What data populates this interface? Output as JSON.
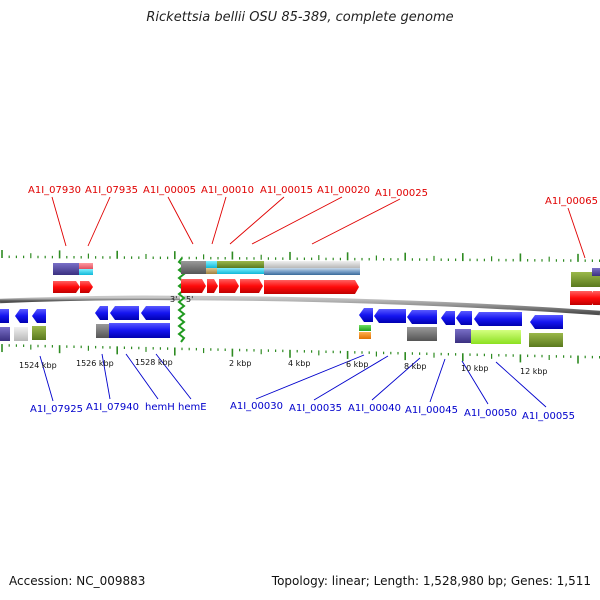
{
  "title": "Rickettsia bellii OSU 85-389, complete genome",
  "footer": {
    "accession_label": "Accession:",
    "accession": "NC_009883",
    "topology_label": "Topology:",
    "topology": "linear",
    "length_label": "Length:",
    "length": "1,528,980 bp",
    "genes_label": "Genes:",
    "genes": "1,511"
  },
  "strand_marks": {
    "three_prime": "3'",
    "five_prime": "5'"
  },
  "colors": {
    "label_top": "#e00000",
    "label_bottom": "#0000cc",
    "gene_red": "#ff1a1a",
    "gene_blue": "#1a1aee",
    "tick_green": "#2e8b22",
    "backbone": "#8a8a8a"
  },
  "top_gene_labels": [
    "A1I_07930",
    "A1I_07935",
    "A1I_00005",
    "A1I_00010",
    "A1I_00015",
    "A1I_00020",
    "A1I_00025",
    "A1I_00065"
  ],
  "bottom_gene_labels": [
    "A1I_07925",
    "A1I_07940",
    "hemH",
    "hemE",
    "A1I_00030",
    "A1I_00035",
    "A1I_00040",
    "A1I_00045",
    "A1I_00050",
    "A1I_00055"
  ],
  "kbp_labels": [
    "1524 kbp",
    "1526 kbp",
    "1528 kbp",
    "2 kbp",
    "4 kbp",
    "6 kbp",
    "8 kbp",
    "10 kbp",
    "12 kbp"
  ]
}
